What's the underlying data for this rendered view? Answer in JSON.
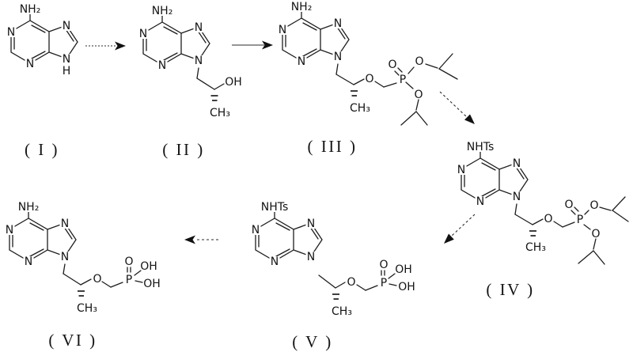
{
  "figure": {
    "kind": "chemical-reaction-scheme",
    "background_color": "#ffffff",
    "ink_color": "#1d1d1d",
    "step_count": 5
  },
  "atoms": {
    "nitrogen": "N",
    "hydrogen": "H",
    "amine": "NH₂",
    "tosylamide": "NHTs",
    "hydroxyl": "OH",
    "oxygen": "O",
    "phosphorus": "P",
    "methyl": "CH₃"
  },
  "compounds": [
    {
      "id": "I",
      "numeral": "( I )"
    },
    {
      "id": "II",
      "numeral": "( II )"
    },
    {
      "id": "III",
      "numeral": "( III )"
    },
    {
      "id": "IV",
      "numeral": "( IV )"
    },
    {
      "id": "V",
      "numeral": "( V )"
    },
    {
      "id": "VI",
      "numeral": "( VI )"
    }
  ],
  "arrows": [
    {
      "from": "I",
      "to": "II",
      "style": "dotted",
      "direction": "right"
    },
    {
      "from": "II",
      "to": "III",
      "style": "solid",
      "direction": "right"
    },
    {
      "from": "III",
      "to": "IV",
      "style": "dashed",
      "direction": "down-right"
    },
    {
      "from": "IV",
      "to": "V",
      "style": "dashed",
      "direction": "down-left"
    },
    {
      "from": "V",
      "to": "VI",
      "style": "dashed",
      "direction": "left"
    }
  ]
}
